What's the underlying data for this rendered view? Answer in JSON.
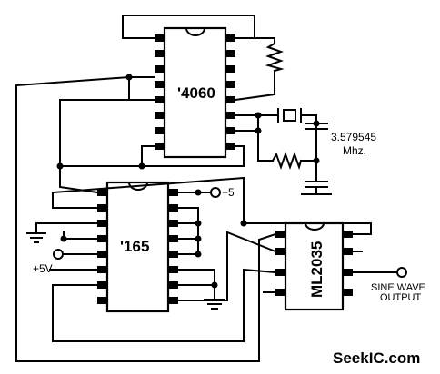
{
  "components": {
    "u1_label": "'4060",
    "u2_label": "'165",
    "u3_label": "ML2035",
    "crystal_freq": "3.579545",
    "crystal_unit": "Mhz."
  },
  "power": {
    "vcc_right": "+5",
    "vcc_left": "+5V"
  },
  "output": {
    "line1": "SINE WAVE",
    "line2": "OUTPUT"
  },
  "watermark": "SeekIC.com"
}
